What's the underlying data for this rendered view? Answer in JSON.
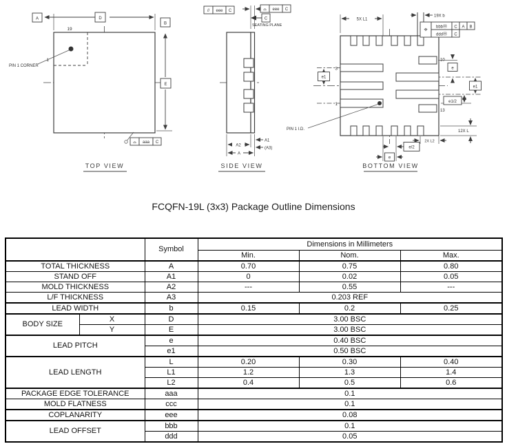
{
  "title": "FCQFN-19L (3x3) Package Outline Dimensions",
  "drawing": {
    "top_view": {
      "caption": "TOP VIEW",
      "pin_count_label": "19",
      "pin1_label": "1",
      "pin1_corner_label": "PIN 1 CORNER",
      "datum_a": "A",
      "datum_b": "B",
      "dim_d": "D",
      "dim_e": "E",
      "fcf_profile": {
        "symbol": "⌓",
        "tolerance": "aaa",
        "datum": "C"
      }
    },
    "side_view": {
      "caption": "SIDE VIEW",
      "fcf_parallelism": {
        "symbol": "//",
        "tolerance": "eee",
        "datum": "C"
      },
      "fcf_profile": {
        "symbol": "⌓",
        "tolerance": "eee",
        "datum": "C"
      },
      "seating_plane_datum": "C",
      "seating_plane_label": "SEATING PLANE",
      "dim_a1": "A1",
      "dim_a3": "(A3)",
      "dim_a2": "A2",
      "dim_a": "A"
    },
    "bottom_view": {
      "caption": "BOTTOM VIEW",
      "dim_5x_l1": "5X L1",
      "dim_19x_b": "19X b",
      "fcf_position": {
        "symbol": "⌖",
        "row1": {
          "tolerance": "bbbⓂ",
          "datum1": "C",
          "datum2": "A",
          "datum3": "B"
        },
        "row2": {
          "tolerance": "dddⓂ",
          "datum1": "C"
        }
      },
      "pin3_label": "3",
      "pin1_label": "1",
      "pin10_label": "10",
      "pin13_label": "13",
      "pin1_id_label": "PIN 1 I.D.",
      "dim_e1_left": "e1",
      "dim_e_right": "e",
      "dim_e1_right": "e1",
      "dim_e1_half": "e1/2",
      "dim_12x_l": "12X L",
      "dim_2x_l2": "2X L2",
      "dim_e_half": "e/2",
      "dim_e_bottom": "e"
    }
  },
  "table": {
    "header": {
      "symbol": "Symbol",
      "dimensions": "Dimensions in Millimeters",
      "min": "Min.",
      "nom": "Nom.",
      "max": "Max."
    },
    "rows": [
      {
        "name": "TOTAL THICKNESS",
        "symbol": "A",
        "min": "0.70",
        "nom": "0.75",
        "max": "0.80"
      },
      {
        "name": "STAND OFF",
        "symbol": "A1",
        "min": "0",
        "nom": "0.02",
        "max": "0.05"
      },
      {
        "name": "MOLD THICKNESS",
        "symbol": "A2",
        "min": "---",
        "nom": "0.55",
        "max": "---"
      },
      {
        "name": "L/F THICKNESS",
        "symbol": "A3",
        "span": "0.203 REF"
      },
      {
        "name": "LEAD WIDTH",
        "symbol": "b",
        "min": "0.15",
        "nom": "0.2",
        "max": "0.25",
        "thick": true
      },
      {
        "name": "BODY SIZE",
        "nspan": 2,
        "sub": "X",
        "symbol": "D",
        "span": "3.00  BSC",
        "thick": true
      },
      {
        "sub": "Y",
        "symbol": "E",
        "span": "3.00  BSC"
      },
      {
        "name": "LEAD PITCH",
        "nspan": 2,
        "symbol": "e",
        "span": "0.40  BSC",
        "thick": true
      },
      {
        "symbol": "e1",
        "span": "0.50 BSC"
      },
      {
        "name": "LEAD LENGTH",
        "nspan": 3,
        "symbol": "L",
        "min": "0.20",
        "nom": "0.30",
        "max": "0.40",
        "thick": true
      },
      {
        "symbol": "L1",
        "min": "1.2",
        "nom": "1.3",
        "max": "1.4"
      },
      {
        "symbol": "L2",
        "min": "0.4",
        "nom": "0.5",
        "max": "0.6"
      },
      {
        "name": "PACKAGE EDGE TOLERANCE",
        "symbol": "aaa",
        "span": "0.1",
        "thick": true
      },
      {
        "name": "MOLD FLATNESS",
        "symbol": "ccc",
        "span": "0.1"
      },
      {
        "name": "COPLANARITY",
        "symbol": "eee",
        "span": "0.08",
        "thick": true
      },
      {
        "name": "LEAD OFFSET",
        "nspan": 2,
        "symbol": "bbb",
        "span": "0.1",
        "thick": true
      },
      {
        "symbol": "ddd",
        "span": "0.05"
      }
    ]
  }
}
